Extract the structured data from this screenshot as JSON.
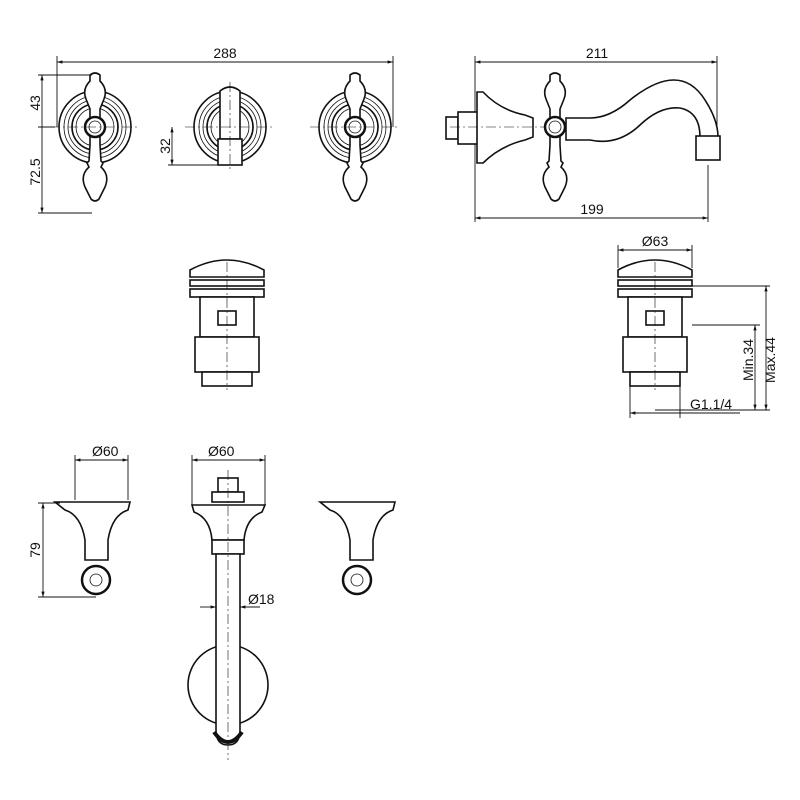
{
  "dimensions": {
    "overall_width": "288",
    "handle_top": "43",
    "handle_bottom": "72.5",
    "spout_height": "32",
    "side_total": "211",
    "side_projection": "199",
    "drain_diameter": "Ø63",
    "drain_min": "Min.34",
    "drain_max": "Max.44",
    "drain_thread": "G1.1/4",
    "body_diameter_left": "Ø60",
    "body_diameter_mid": "Ø60",
    "body_height": "79",
    "pipe_diameter": "Ø18"
  }
}
